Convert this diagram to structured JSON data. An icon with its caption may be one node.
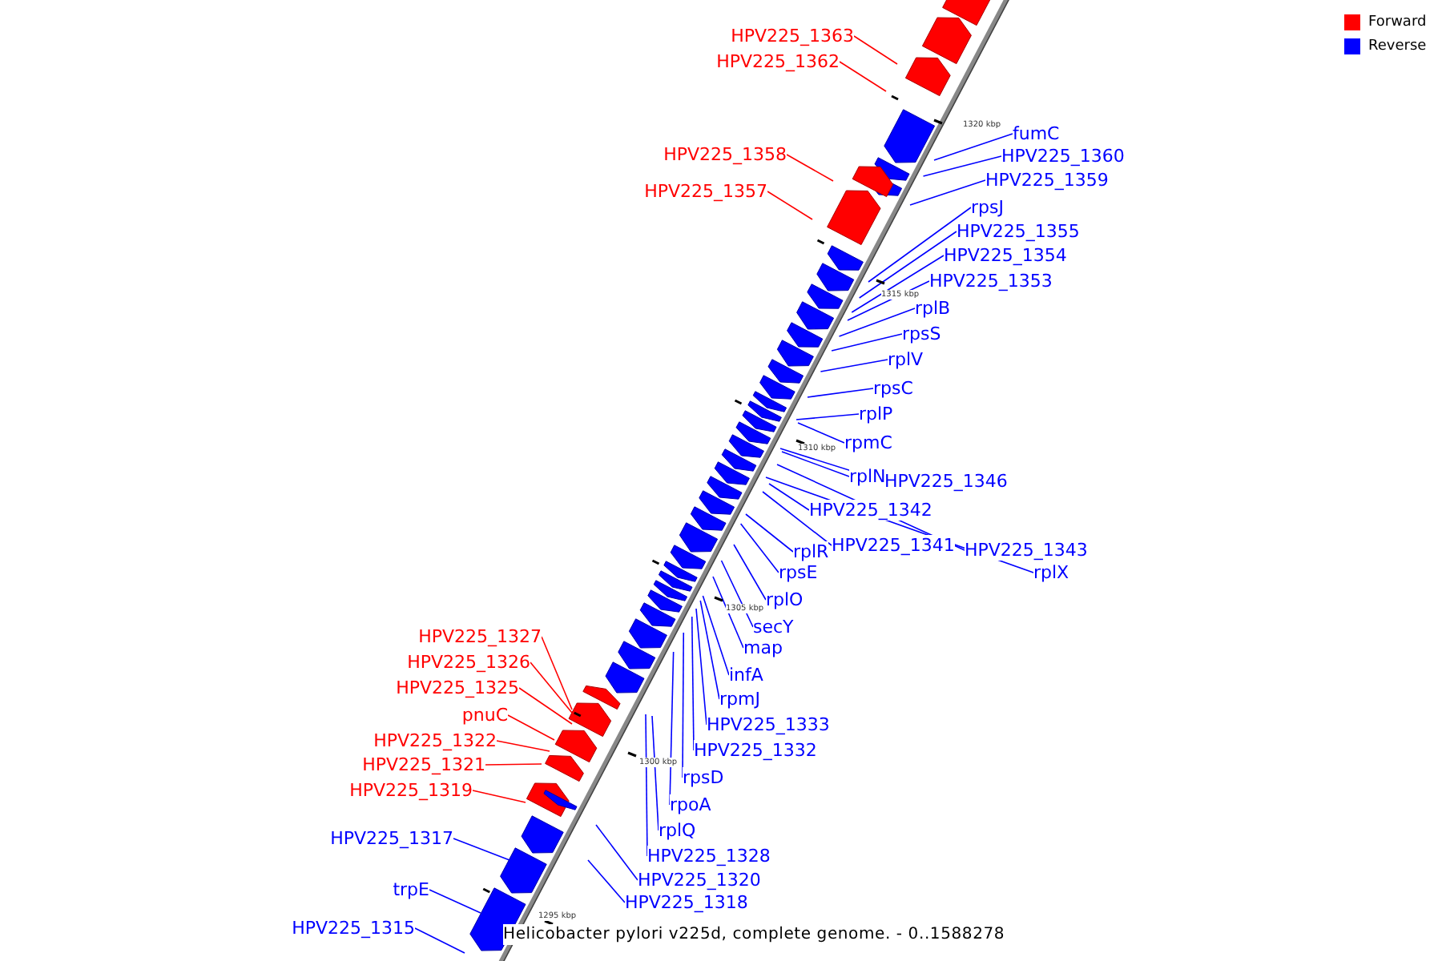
{
  "diagram": {
    "caption": "Helicobacter pylori v225d, complete genome. - 0..1588278",
    "nodes": [
      {
        "text": [
          "HPV225_1363"
        ]
      },
      {
        "text": [
          "HPV225_1362"
        ]
      },
      {
        "text": [
          "fumC"
        ]
      },
      {
        "text": [
          "HPV225_1360"
        ]
      },
      {
        "text": [
          "HPV225_1358"
        ]
      },
      {
        "text": [
          "HPV225_1359"
        ]
      },
      {
        "text": [
          "HPV225_1357"
        ]
      },
      {
        "text": [
          "rpsJ"
        ]
      },
      {
        "text": [
          "HPV225_1355"
        ]
      },
      {
        "text": [
          "HPV225_1354"
        ]
      },
      {
        "text": [
          "HPV225_1353"
        ]
      },
      {
        "text": [
          "rplB"
        ]
      },
      {
        "text": [
          "rpsS"
        ]
      },
      {
        "text": [
          "rplV"
        ]
      },
      {
        "text": [
          "rpsC"
        ]
      },
      {
        "text": [
          "rplP"
        ]
      },
      {
        "text": [
          "rpmC"
        ]
      },
      {
        "text": [
          "rplN"
        ]
      },
      {
        "text": [
          "HPV225_1346"
        ]
      },
      {
        "text": [
          "HPV225_1342"
        ]
      },
      {
        "text": [
          "HPV225_1341"
        ]
      },
      {
        "text": [
          "HPV225_1343"
        ]
      },
      {
        "text": [
          "rplR"
        ]
      },
      {
        "text": [
          "rpsE"
        ]
      },
      {
        "text": [
          "rplX"
        ]
      },
      {
        "text": [
          "rplO"
        ]
      },
      {
        "text": [
          "secY"
        ]
      },
      {
        "text": [
          "HPV225_1327"
        ]
      },
      {
        "text": [
          "map"
        ]
      },
      {
        "text": [
          "HPV225_1326"
        ]
      },
      {
        "text": [
          "infA"
        ]
      },
      {
        "text": [
          "HPV225_1325"
        ]
      },
      {
        "text": [
          "rpmJ"
        ]
      },
      {
        "text": [
          "pnuC"
        ]
      },
      {
        "text": [
          "HPV225_1333"
        ]
      },
      {
        "text": [
          "HPV225_1322"
        ]
      },
      {
        "text": [
          "HPV225_1332"
        ]
      },
      {
        "text": [
          "HPV225_1321"
        ]
      },
      {
        "text": [
          "rpsD"
        ]
      },
      {
        "text": [
          "HPV225_1319"
        ]
      },
      {
        "text": [
          "rpoA"
        ]
      },
      {
        "text": [
          "rplQ"
        ]
      },
      {
        "text": [
          "HPV225_1317"
        ]
      },
      {
        "text": [
          "HPV225_1328"
        ]
      },
      {
        "text": [
          "HPV225_1320"
        ]
      },
      {
        "text": [
          "trpE"
        ]
      },
      {
        "text": [
          "HPV225_1318"
        ]
      },
      {
        "text": [
          "HPV225_1315"
        ]
      }
    ],
    "edges": [
      {
        "from": 0,
        "to": null,
        "arrow": "none",
        "color": "#ff0000"
      },
      {
        "from": 1,
        "to": null,
        "arrow": "none",
        "color": "#ff0000"
      },
      {
        "from": 2,
        "to": null,
        "arrow": "none"
      },
      {
        "from": 3,
        "to": null,
        "arrow": "none"
      },
      {
        "from": 4,
        "to": null,
        "arrow": "none",
        "color": "#ff0000"
      },
      {
        "from": 5,
        "to": null,
        "arrow": "none"
      },
      {
        "from": 6,
        "to": null,
        "arrow": "none",
        "color": "#ff0000"
      },
      {
        "from": 7,
        "to": null,
        "arrow": "none"
      },
      {
        "from": 8,
        "to": null,
        "arrow": "none"
      },
      {
        "from": 9,
        "to": null,
        "arrow": "none"
      },
      {
        "from": 10,
        "to": null,
        "arrow": "none"
      },
      {
        "from": 11,
        "to": null,
        "arrow": "none"
      },
      {
        "from": 12,
        "to": null,
        "arrow": "none"
      },
      {
        "from": 13,
        "to": null,
        "arrow": "none"
      },
      {
        "from": 14,
        "to": null,
        "arrow": "none"
      },
      {
        "from": 15,
        "to": null,
        "arrow": "none"
      },
      {
        "from": 16,
        "to": null,
        "arrow": "none"
      },
      {
        "from": 17,
        "to": null,
        "arrow": "none"
      },
      {
        "from": 18,
        "to": null,
        "arrow": "none"
      },
      {
        "from": 19,
        "to": null,
        "arrow": "none"
      },
      {
        "from": 20,
        "to": null,
        "arrow": "none"
      },
      {
        "from": 21,
        "to": null,
        "arrow": "none"
      },
      {
        "from": 22,
        "to": null,
        "arrow": "none"
      },
      {
        "from": 23,
        "to": null,
        "arrow": "none"
      },
      {
        "from": 24,
        "to": null,
        "arrow": "none"
      },
      {
        "from": 25,
        "to": null,
        "arrow": "none"
      },
      {
        "from": 26,
        "to": null,
        "arrow": "none"
      },
      {
        "from": 27,
        "to": null,
        "arrow": "none",
        "color": "#ff0000"
      },
      {
        "from": 28,
        "to": null,
        "arrow": "none"
      },
      {
        "from": 29,
        "to": null,
        "arrow": "none",
        "color": "#ff0000"
      },
      {
        "from": 30,
        "to": null,
        "arrow": "none"
      },
      {
        "from": 31,
        "to": null,
        "arrow": "none",
        "color": "#ff0000"
      },
      {
        "from": 32,
        "to": null,
        "arrow": "none"
      },
      {
        "from": 33,
        "to": null,
        "arrow": "none",
        "color": "#ff0000"
      },
      {
        "from": 34,
        "to": null,
        "arrow": "none"
      },
      {
        "from": 35,
        "to": null,
        "arrow": "none",
        "color": "#ff0000"
      },
      {
        "from": 36,
        "to": null,
        "arrow": "none"
      },
      {
        "from": 37,
        "to": null,
        "arrow": "none",
        "color": "#ff0000"
      },
      {
        "from": 38,
        "to": null,
        "arrow": "none"
      },
      {
        "from": 39,
        "to": null,
        "arrow": "none",
        "color": "#ff0000"
      },
      {
        "from": 40,
        "to": null,
        "arrow": "none"
      },
      {
        "from": 41,
        "to": null,
        "arrow": "none"
      },
      {
        "from": 42,
        "to": null,
        "arrow": "none"
      },
      {
        "from": 43,
        "to": null,
        "arrow": "none"
      },
      {
        "from": 44,
        "to": null,
        "arrow": "none"
      },
      {
        "from": 45,
        "to": null,
        "arrow": "none"
      },
      {
        "from": 46,
        "to": null,
        "arrow": "none"
      },
      {
        "from": 47,
        "to": null,
        "arrow": "none"
      }
    ],
    "labels": [
      "1320 kbp",
      "1315 kbp",
      "1310 kbp",
      "1305 kbp",
      "1300 kbp",
      "1295 kbp"
    ],
    "legend": [
      {
        "text": "Forward",
        "color": "#ff0000"
      },
      {
        "text": "Reverse",
        "color": "#0000ff"
      }
    ]
  }
}
